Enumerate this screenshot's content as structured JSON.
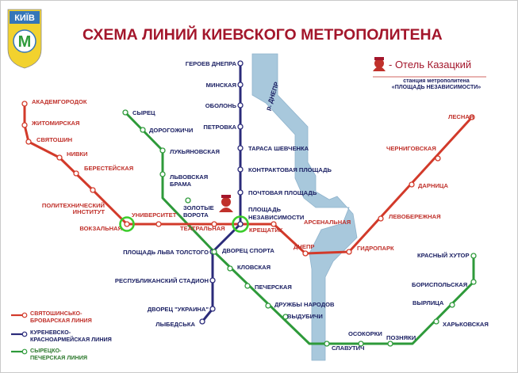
{
  "title": "СХЕМА ЛИНИЙ КИЕВСКОГО МЕТРОПОЛИТЕНА",
  "logo": {
    "text": "КИЇВ",
    "letter": "М"
  },
  "hotel": {
    "name": "- Отель Казацкий",
    "station_caption": "станция метрополитена",
    "station_name": "«ПЛОЩАДЬ НЕЗАВИСИМОСТИ»"
  },
  "river": {
    "label": "р. ДНЕПР"
  },
  "colors": {
    "red_line": "#d23a2a",
    "blue_line": "#2b2b7a",
    "green_line": "#2e9a3a",
    "river": "#a8c8dc",
    "title": "#a3162b",
    "transfer_ring": "#3bcc2b"
  },
  "lines": {
    "red": {
      "name": [
        "СВЯТОШИНСЬКО-",
        "БРОВАРСКАЯ ЛИНИЯ"
      ],
      "stations": [
        "АКАДЕМГОРОДОК",
        "ЖИТОМИРСКАЯ",
        "СВЯТОШИН",
        "НИВКИ",
        "БЕРЕСТЕЙСКАЯ",
        "ПОЛИТЕХНИЧЕСКИЙ",
        "ИНСТИТУТ",
        "ВОКЗАЛЬНАЯ",
        "УНИВЕРСИТЕТ",
        "ТЕАТРАЛЬНАЯ",
        "КРЕЩАТИК",
        "АРСЕНАЛЬНАЯ",
        "ДНЕПР",
        "ГИДРОПАРК",
        "ЛЕВОБЕРЕЖНАЯ",
        "ДАРНИЦА",
        "ЧЕРНИГОВСКАЯ",
        "ЛЕСНАЯ"
      ]
    },
    "blue": {
      "name": [
        "КУРЕНЕВСКО-",
        "КРАСНОАРМЕЙСКАЯ ЛИНИЯ"
      ],
      "stations": [
        "ГЕРОЕВ ДНЕПРА",
        "МИНСКАЯ",
        "ОБОЛОНЬ",
        "ПЕТРОВКА",
        "ТАРАСА ШЕВЧЕНКА",
        "КОНТРАКТОВАЯ ПЛОЩАДЬ",
        "ПОЧТОВАЯ ПЛОЩАДЬ",
        "ПЛОЩАДЬ",
        "НЕЗАВИСИМОСТИ",
        "ПЛОЩАДЬ ЛЬВА ТОЛСТОГО",
        "РЕСПУБЛИКАНСКИЙ СТАДИОН",
        "ДВОРЕЦ \"УКРАИНА\"",
        "ЛЫБЕДСЬКА"
      ]
    },
    "green": {
      "name": [
        "СЫРЕЦКО-",
        "ПЕЧЕРСКАЯ ЛИНИЯ"
      ],
      "stations": [
        "СЫРЕЦ",
        "ДОРОГОЖИЧИ",
        "ЛУКЬЯНОВСКАЯ",
        "ЛЬВОВСКАЯ",
        "БРАМА",
        "ЗОЛОТЫЕ",
        "ВОРОТА",
        "ДВОРЕЦ СПОРТА",
        "КЛОВСКАЯ",
        "ПЕЧЕРСКАЯ",
        "ДРУЖБЫ НАРОДОВ",
        "ВЫДУБИЧИ",
        "СЛАВУТИЧ",
        "ОСОКОРКИ",
        "ПОЗНЯКИ",
        "ХАРЬКОВСКАЯ",
        "ВЫРЛИЦА",
        "БОРИСПОЛЬСКАЯ",
        "КРАСНЫЙ ХУТОР"
      ]
    }
  }
}
